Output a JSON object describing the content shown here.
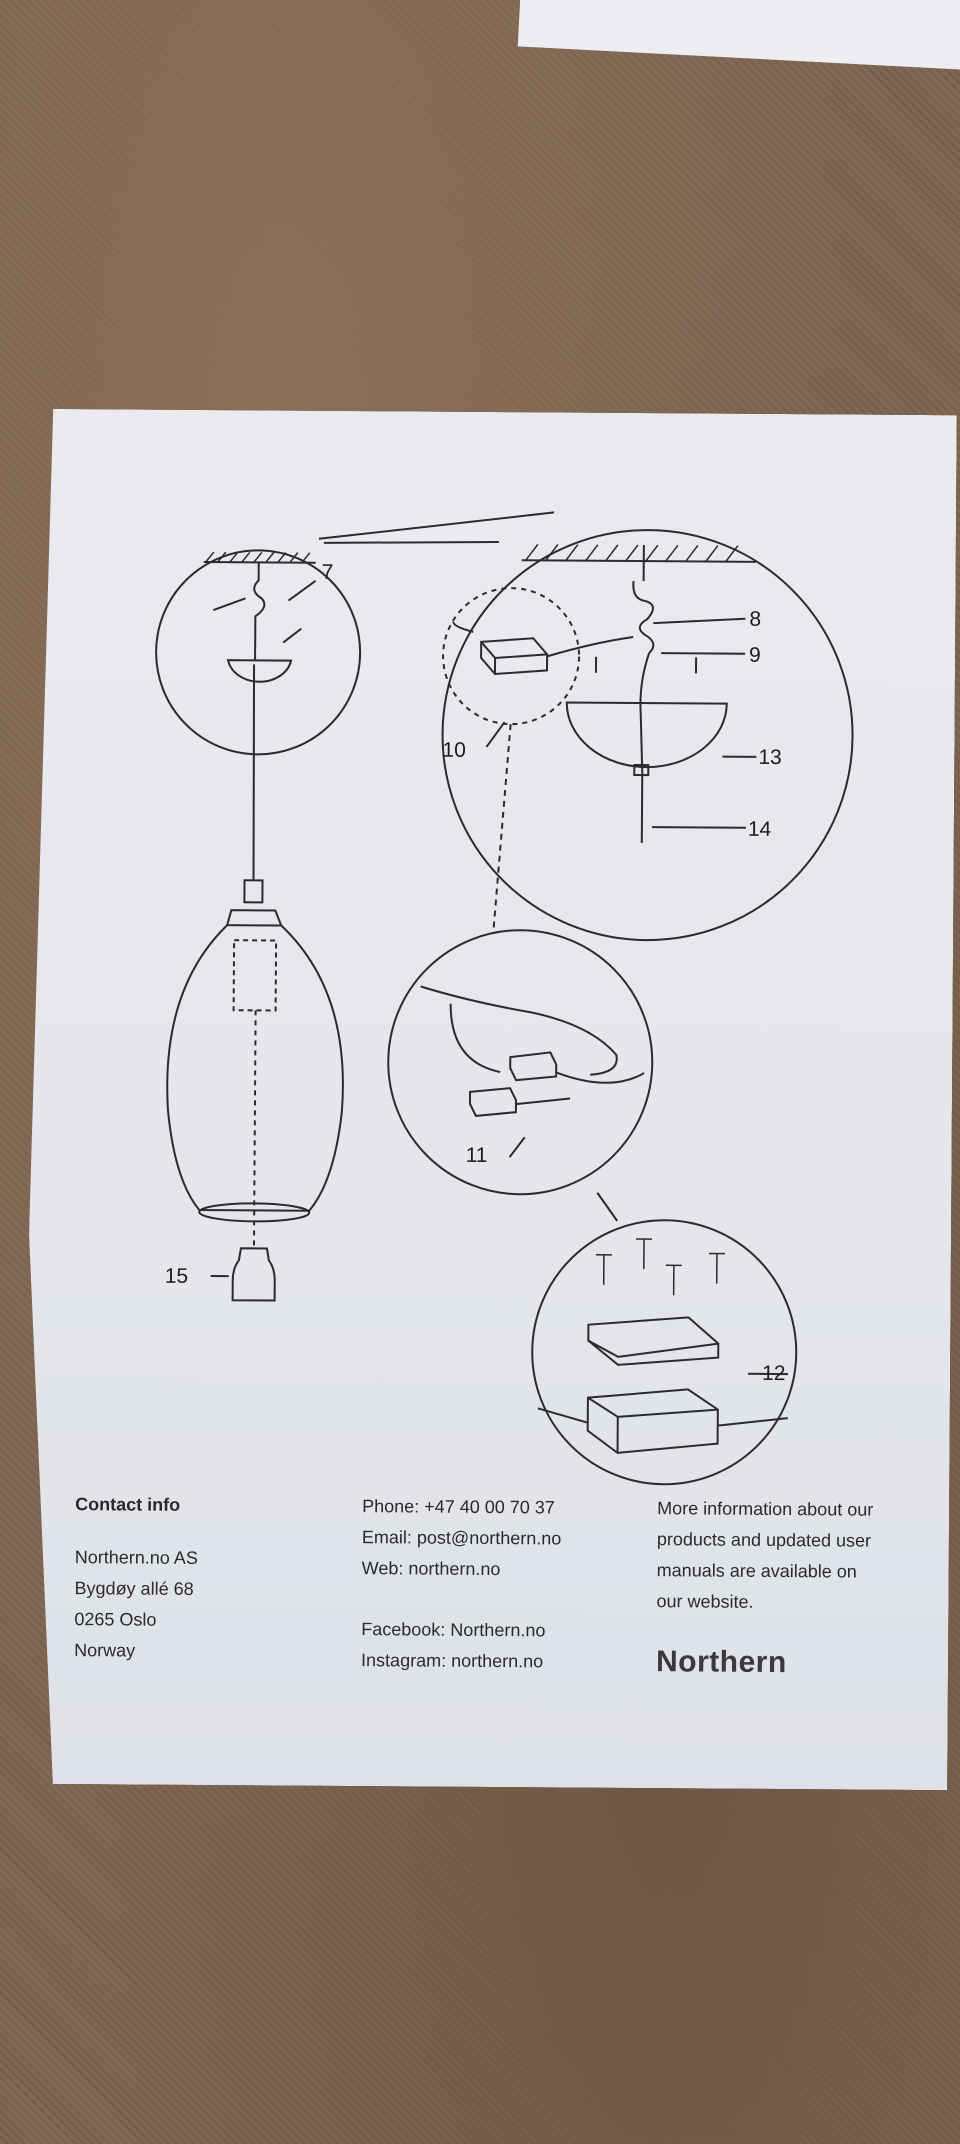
{
  "diagram": {
    "labels": [
      "7",
      "8",
      "9",
      "10",
      "11",
      "12",
      "13",
      "14",
      "15"
    ]
  },
  "contact": {
    "heading": "Contact info",
    "address": [
      "Northern.no AS",
      "Bygdøy allé 68",
      "0265 Oslo",
      "Norway"
    ]
  },
  "channels": {
    "phone": "Phone: +47 40 00 70 37",
    "email": "Email: post@northern.no",
    "web": "Web: northern.no",
    "facebook": "Facebook: Northern.no",
    "instagram": "Instagram: northern.no"
  },
  "info": {
    "lines": [
      "More information about our",
      "products and updated user",
      "manuals are available on",
      "our website."
    ],
    "brand": "Northern"
  }
}
